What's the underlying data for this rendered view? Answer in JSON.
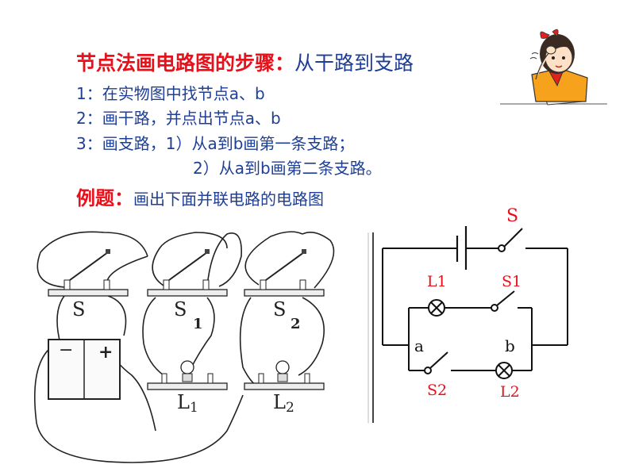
{
  "heading": {
    "label": "节点法画电路图的步骤：",
    "suffix": "从干路到支路"
  },
  "steps": [
    "1：在实物图中找节点a、b",
    "2：画干路，并点出节点a、b",
    "3：画支路，1）从a到b画第一条支路；",
    "2）从a到b画第二条支路。"
  ],
  "example": {
    "label": "例题：",
    "text": "画出下面并联电路的电路图"
  },
  "physical": {
    "switch_labels": [
      "S",
      "S",
      "S"
    ],
    "switch_subscripts": [
      "1",
      "2"
    ],
    "battery_minus": "−",
    "battery_plus": "+",
    "lamp_labels": [
      "L",
      "L"
    ],
    "lamp_subscripts": [
      "1",
      "2"
    ]
  },
  "schematic": {
    "main_switch": "S",
    "lamp1": "L1",
    "switch1": "S1",
    "node_a": "a",
    "node_b": "b",
    "switch2": "S2",
    "lamp2": "L2"
  },
  "colors": {
    "heading_red": "#e8101a",
    "body_blue": "#1f3f95"
  }
}
